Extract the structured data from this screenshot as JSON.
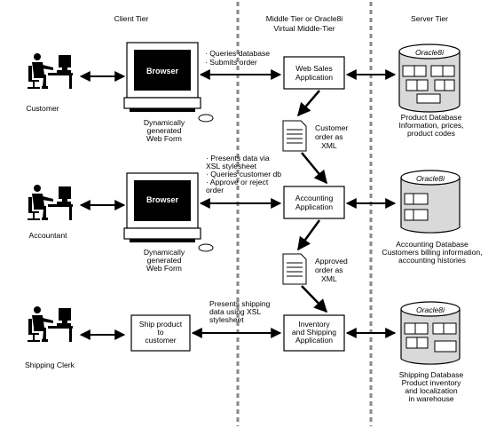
{
  "tiers": {
    "client": "Client Tier",
    "middle_line1": "Middle Tier or Oracle8i",
    "middle_line2": "Virtual Middle-Tier",
    "server": "Server Tier"
  },
  "actors": {
    "customer": "Customer",
    "accountant": "Accountant",
    "shipping_clerk": "Shipping Clerk"
  },
  "browser_label": "Browser",
  "web_form": [
    "Dynamically",
    "generated",
    "Web Form"
  ],
  "ship_box": [
    "Ship product",
    "to",
    "customer"
  ],
  "apps": {
    "web_sales": [
      "Web Sales",
      "Application"
    ],
    "accounting": [
      "Accounting",
      "Application"
    ],
    "inventory": [
      "Inventory",
      "and Shipping",
      "Application"
    ]
  },
  "documents": {
    "customer_order": [
      "Customer",
      "order as",
      "XML"
    ],
    "approved_order": [
      "Approved",
      "order as",
      "XML"
    ]
  },
  "annotations": {
    "customer": [
      "· Queries database",
      "· Submits order"
    ],
    "accountant": [
      "· Presents data via",
      "  XSL stylesheet",
      "· Queries customer db",
      "· Approve or reject",
      "  order"
    ],
    "shipping": [
      "Presents shipping",
      "data using XSL",
      "stylesheet"
    ]
  },
  "database_label": "Oracle8i",
  "databases": {
    "product": [
      "Product Database",
      "Information, prices,",
      "product codes"
    ],
    "accounting": [
      "Accounting Database",
      "Customers billing information,",
      "accounting histories"
    ],
    "shipping": [
      "Shipping Database",
      "Product inventory",
      "and localization",
      "in warehouse"
    ]
  }
}
